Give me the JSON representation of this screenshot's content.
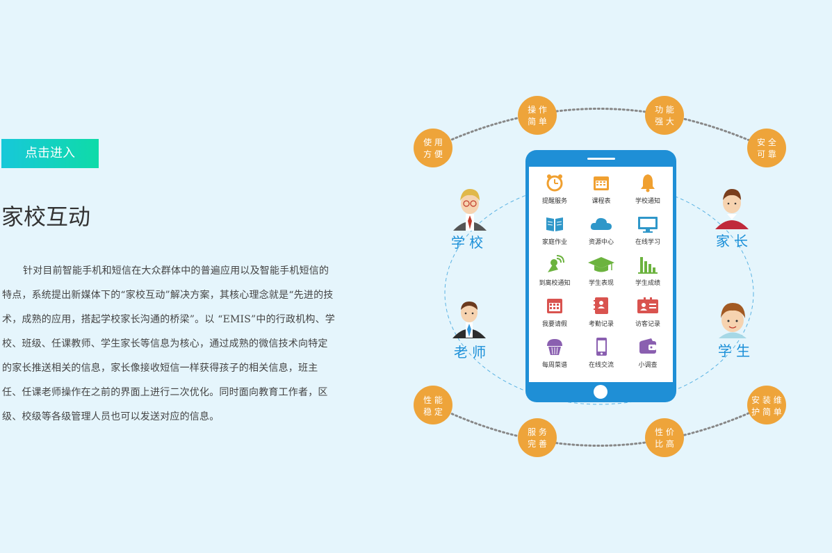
{
  "enter_button": "点击进入",
  "title": "家校互动",
  "description": "针对目前智能手机和短信在大众群体中的普遍应用以及智能手机短信的特点，系统提出新媒体下的“家校互动”解决方案，其核心理念就是“先进的技术，成熟的应用，搭起学校家长沟通的桥梁”。以 “EMIS”中的行政机构、学校、班级、任课教师、学生家长等信息为核心，通过成熟的微信技术向特定的家长推送相关的信息，家长像接收短信一样获得孩子的相关信息，班主任、任课老师操作在之前的界面上进行二次优化。同时面向教育工作者，区级、校级等各级管理人员也可以发送对应的信息。",
  "features": [
    {
      "line1": "使 用",
      "line2": "方 便"
    },
    {
      "line1": "操 作",
      "line2": "简 单"
    },
    {
      "line1": "功 能",
      "line2": "强 大"
    },
    {
      "line1": "安 全",
      "line2": "可 靠"
    },
    {
      "line1": "性 能",
      "line2": "稳 定"
    },
    {
      "line1": "服 务",
      "line2": "完 善"
    },
    {
      "line1": "性 价",
      "line2": "比 高"
    },
    {
      "line1": "安 装 维",
      "line2": "护 简 单"
    }
  ],
  "roles": {
    "school": "学 校",
    "parent": "家 长",
    "teacher": "老 师",
    "student": "学 生"
  },
  "apps": [
    {
      "label": "提醒服务",
      "icon": "alarm-clock-icon",
      "color": "#f0a030"
    },
    {
      "label": "课程表",
      "icon": "calendar-icon",
      "color": "#f0a030"
    },
    {
      "label": "学校通知",
      "icon": "bell-icon",
      "color": "#f0a030"
    },
    {
      "label": "家庭作业",
      "icon": "book-icon",
      "color": "#2f97c9"
    },
    {
      "label": "资源中心",
      "icon": "cloud-icon",
      "color": "#2f97c9"
    },
    {
      "label": "在线学习",
      "icon": "monitor-icon",
      "color": "#2f97c9"
    },
    {
      "label": "到离校通知",
      "icon": "satellite-icon",
      "color": "#6cb33f"
    },
    {
      "label": "学生表现",
      "icon": "graduation-cap-icon",
      "color": "#6cb33f"
    },
    {
      "label": "学生成绩",
      "icon": "bar-chart-icon",
      "color": "#6cb33f"
    },
    {
      "label": "我要请假",
      "icon": "calendar-grid-icon",
      "color": "#d9534f"
    },
    {
      "label": "考勤记录",
      "icon": "notebook-icon",
      "color": "#d9534f"
    },
    {
      "label": "访客记录",
      "icon": "id-card-icon",
      "color": "#d9534f"
    },
    {
      "label": "每周菜谱",
      "icon": "cupcake-icon",
      "color": "#8a5fb0"
    },
    {
      "label": "在线交流",
      "icon": "mobile-icon",
      "color": "#8a5fb0"
    },
    {
      "label": "小调查",
      "icon": "wallet-icon",
      "color": "#8a5fb0"
    }
  ],
  "colors": {
    "accent": "#1f8fd6",
    "orange": "#eea43a",
    "background": "#e5f5fc"
  }
}
